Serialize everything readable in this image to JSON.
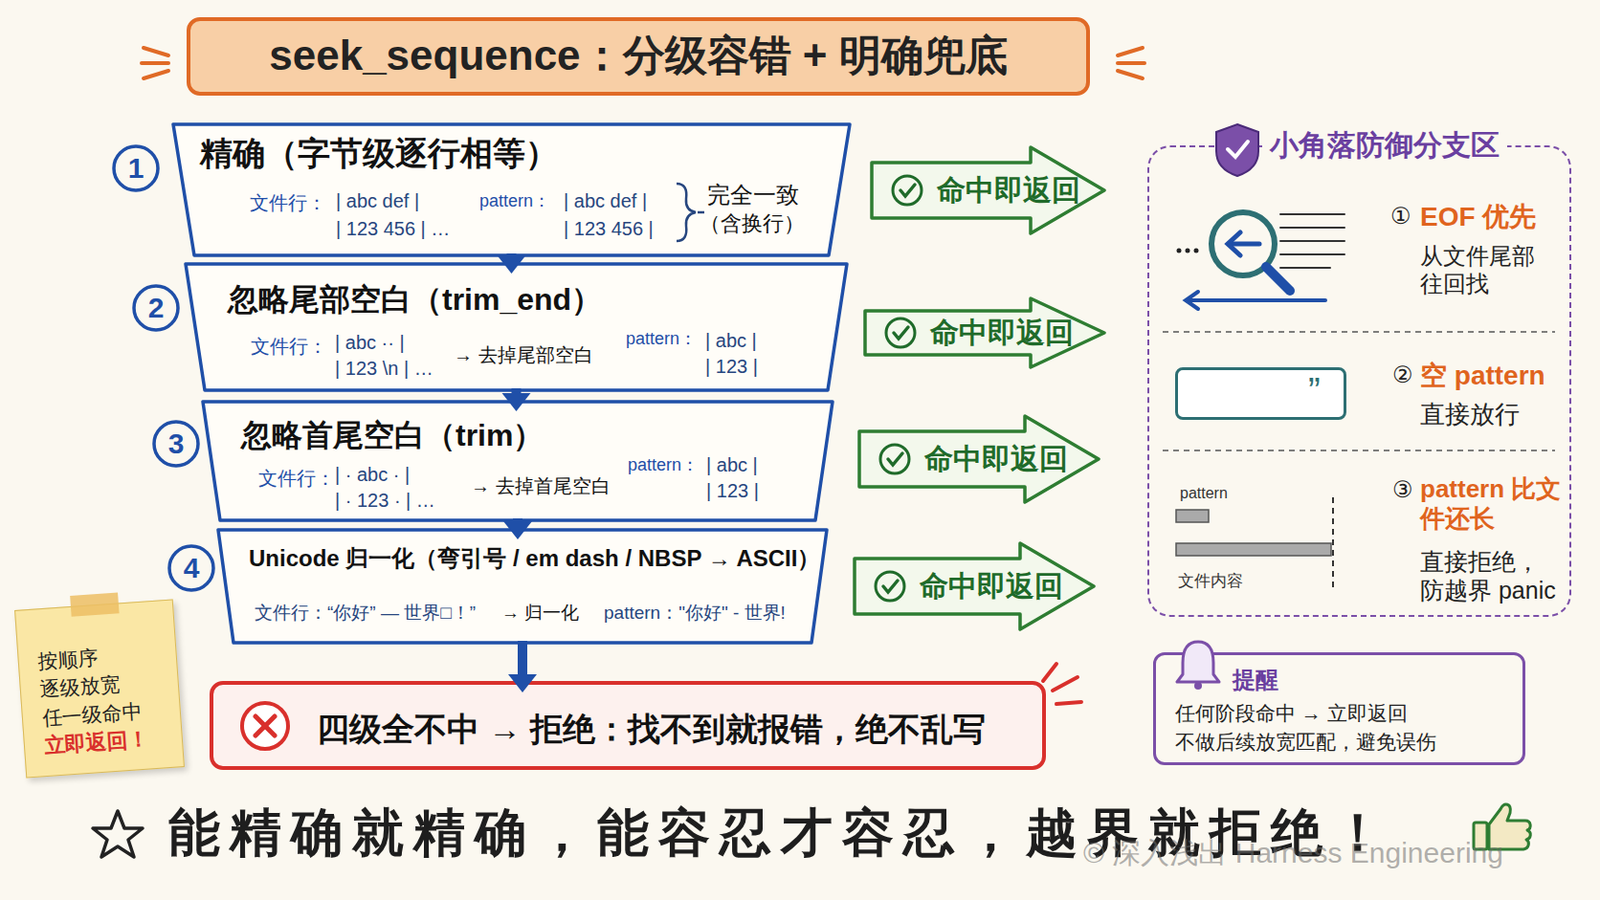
{
  "diagram": {
    "title": "seek_sequence：分级容错 + 明确兜底",
    "caption": "能精确就精确，能容忍才容忍，越界就拒绝！",
    "nodes": [
      {
        "text": [
          "精确（字节级逐行相等）",
          "文件行：",
          "| abc def |",
          "| 123 456 | …",
          "pattern：",
          "| abc def |",
          "| 123 456 |",
          "完全一致",
          "（含换行）"
        ]
      },
      {
        "text": [
          "命中即返回"
        ]
      },
      {
        "text": [
          "忽略尾部空白（trim_end）",
          "文件行：",
          "| abc ·· |",
          "| 123 \\n | …",
          "→ 去掉尾部空白",
          "pattern：",
          "| abc |",
          "| 123 |"
        ]
      },
      {
        "text": [
          "命中即返回"
        ]
      },
      {
        "text": [
          "忽略首尾空白（trim）",
          "文件行：",
          "| · abc · |",
          "| · 123 · | …",
          "→ 去掉首尾空白",
          "pattern：",
          "| abc |",
          "| 123 |"
        ]
      },
      {
        "text": [
          "命中即返回"
        ]
      },
      {
        "text": [
          "Unicode 归一化（弯引号 / em dash / NBSP → ASCII）",
          "文件行：“你好” — 世界□！”",
          "→ 归一化",
          "pattern：\"你好\" - 世界!"
        ]
      },
      {
        "text": [
          "命中即返回"
        ]
      },
      {
        "text": [
          "四级全不中 → 拒绝：找不到就报错，绝不乱写"
        ]
      },
      {
        "text": [
          "按顺序 逐级放宽 任一级命中",
          "立即返回！"
        ]
      },
      {
        "text": [
          "小角落防御分支区",
          "①",
          "EOF 优先",
          "从文件尾部 往回找",
          "②",
          "空 pattern",
          "直接放行",
          "pattern",
          "文件内容",
          "③",
          "pattern 比文件还长",
          "直接拒绝，防越界 panic"
        ]
      },
      {
        "text": [
          "”"
        ],
        "in": 10
      },
      {
        "text": [
          "提醒",
          "任何阶段命中 → 立即返回 不做后续放宽匹配，避免误伤"
        ]
      }
    ],
    "edges": [
      {
        "from": 0,
        "to": 2,
        "arrow": "to"
      },
      {
        "from": 2,
        "to": 4,
        "arrow": "to"
      },
      {
        "from": 4,
        "to": 6,
        "arrow": "to"
      },
      {
        "from": 6,
        "to": 8,
        "arrow": "to"
      }
    ],
    "labels": [
      "1",
      "2",
      "3",
      "4",
      "© 深入浅出 Harness Engineering"
    ]
  }
}
